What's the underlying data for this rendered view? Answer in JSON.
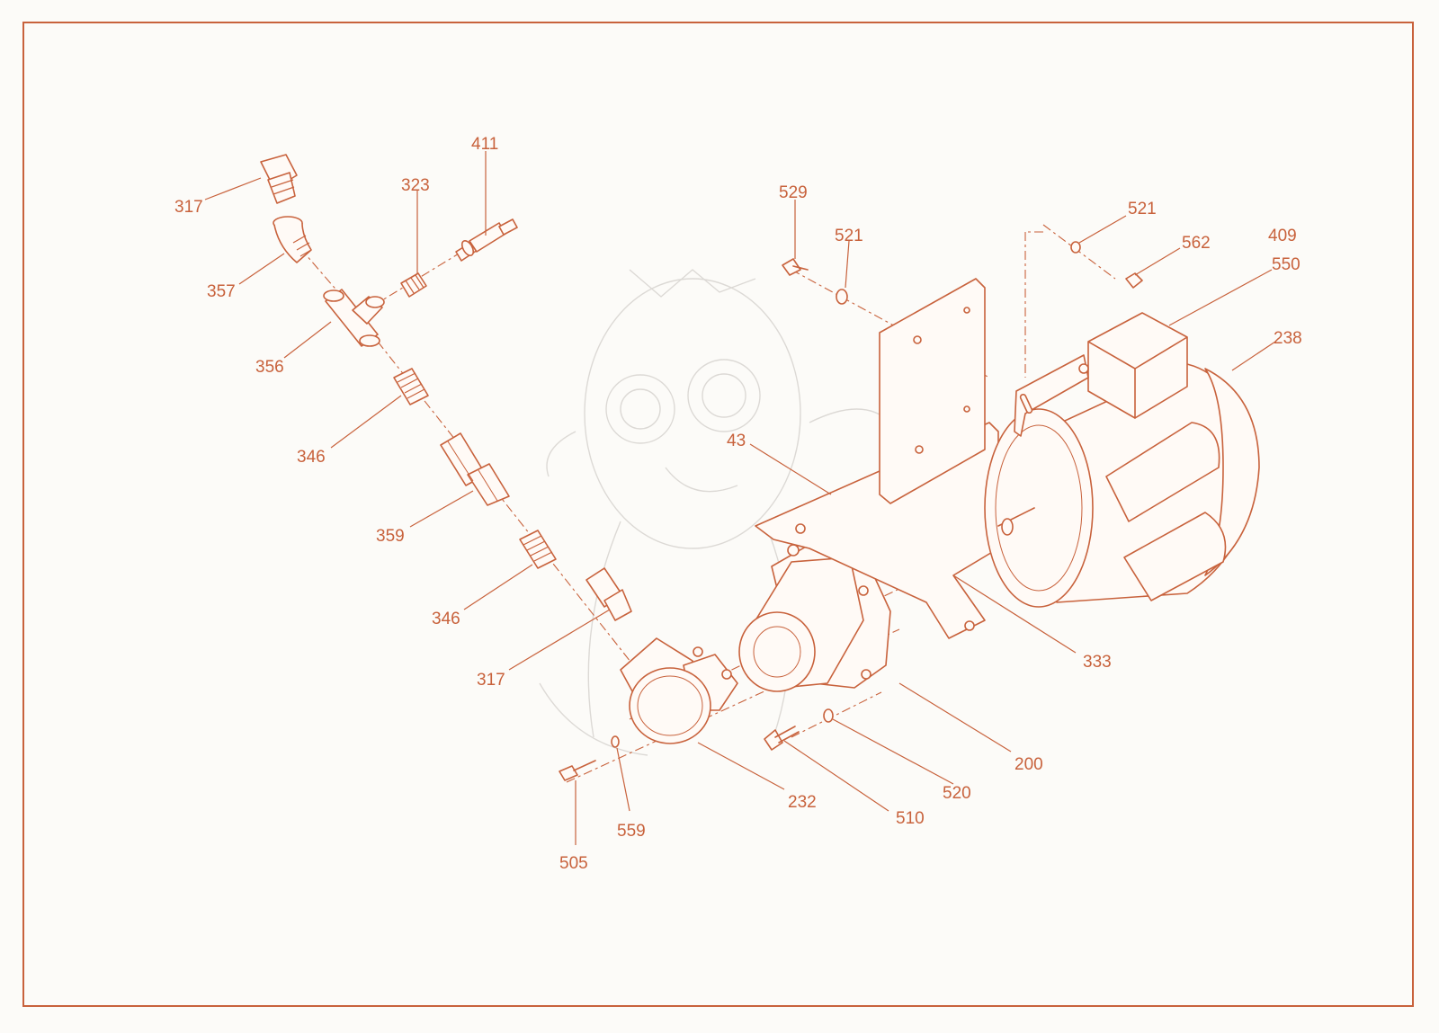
{
  "palette": {
    "line": "#c8623c",
    "background": "#fcfbf8",
    "watermark": "#d9d6d2"
  },
  "callouts": {
    "c317a": "317",
    "c357": "357",
    "c356": "356",
    "c323": "323",
    "c411": "411",
    "c346a": "346",
    "c359": "359",
    "c346b": "346",
    "c317b": "317",
    "c232": "232",
    "c559": "559",
    "c505": "505",
    "c529": "529",
    "c521a": "521",
    "c521b": "521",
    "c562": "562",
    "c409": "409",
    "c550": "550",
    "c238": "238",
    "c43": "43",
    "c333": "333",
    "c200": "200",
    "c520": "520",
    "c510": "510"
  },
  "watermark": {
    "subject": "cartoon-dragon-watermark"
  }
}
